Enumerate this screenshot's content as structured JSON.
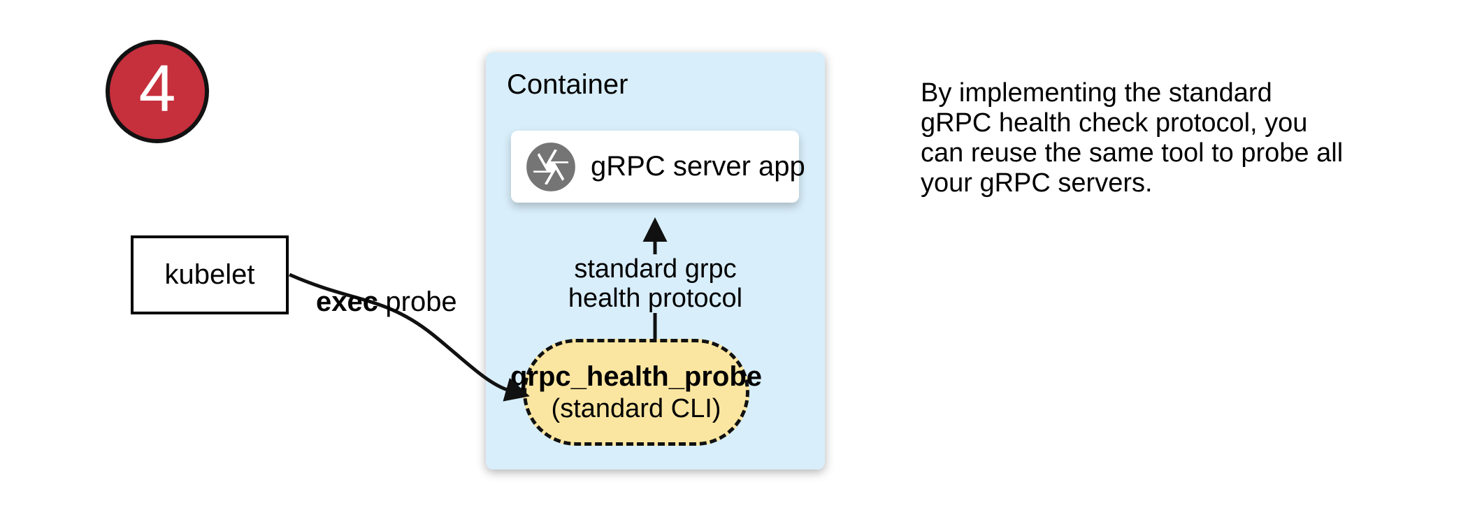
{
  "step": {
    "number": "4"
  },
  "kubelet": {
    "label": "kubelet"
  },
  "exec_probe": {
    "bold": "exec",
    "rest": "probe"
  },
  "container": {
    "title": "Container",
    "server_app": {
      "label": "gRPC server app",
      "icon": "aperture-icon"
    },
    "probe_pill": {
      "name": "grpc_health_probe",
      "sub": "(standard CLI)"
    },
    "arrow_label": {
      "line1": "standard grpc",
      "line2": "health protocol"
    }
  },
  "note": {
    "text": "By implementing the standard gRPC health check protocol, you can reuse the same tool to probe all your gRPC servers.",
    "lines": [
      "By implementing the standard",
      "gRPC health check protocol, you",
      "can reuse the same tool to probe all",
      "your gRPC servers."
    ]
  },
  "colors": {
    "step_red": "#C62F3C",
    "container_blue": "#D8EEFA",
    "pill_yellow": "#FBE6A1",
    "icon_gray": "#757575",
    "ink": "#000000"
  }
}
